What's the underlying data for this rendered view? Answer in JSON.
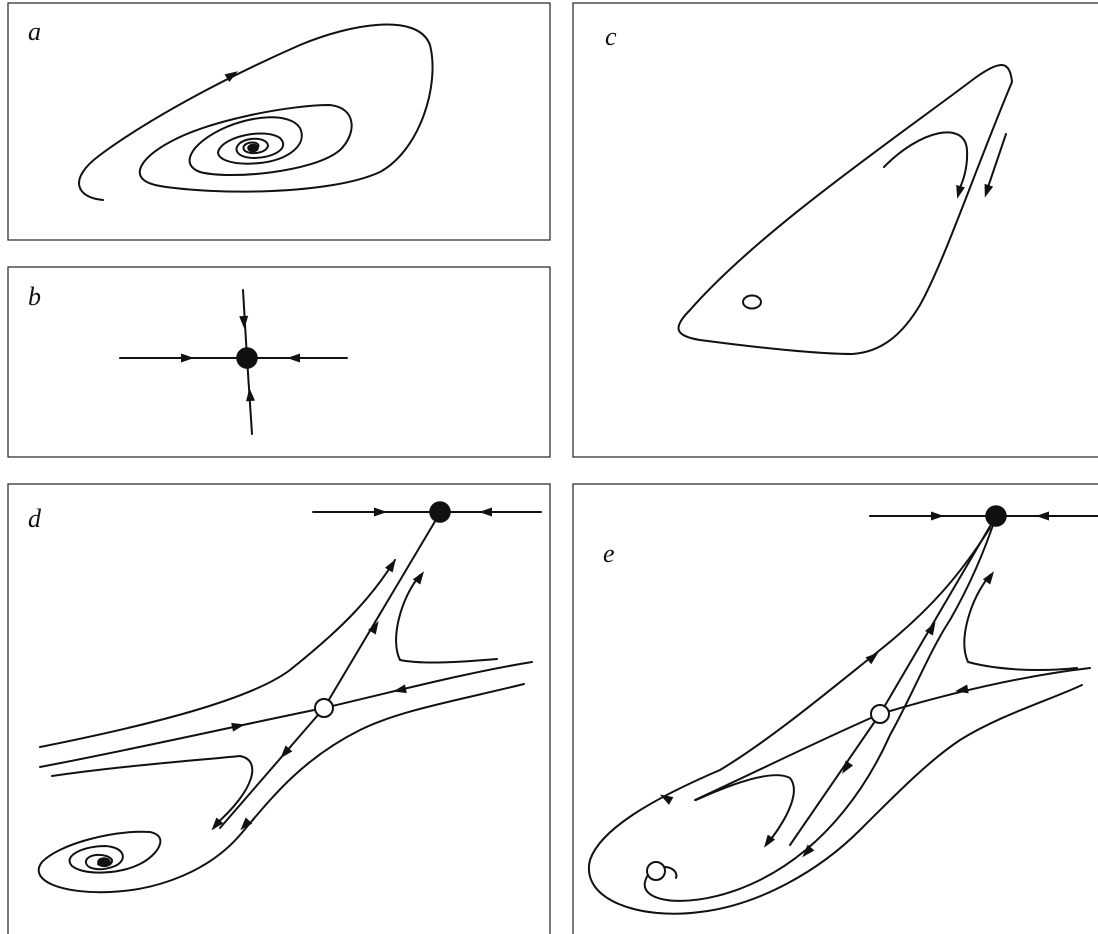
{
  "panels": [
    {
      "id": "a",
      "label": "a"
    },
    {
      "id": "b",
      "label": "b"
    },
    {
      "id": "c",
      "label": "c"
    },
    {
      "id": "d",
      "label": "d"
    },
    {
      "id": "e",
      "label": "e"
    }
  ],
  "point_styles": {
    "stable": {
      "fill": "#111111",
      "meaning": "stable-equilibrium"
    },
    "unstable": {
      "fill": "#ffffff",
      "meaning": "unstable-equilibrium"
    }
  },
  "colors": {
    "line": "#111111",
    "frame": "#222222",
    "background": "#ffffff"
  }
}
